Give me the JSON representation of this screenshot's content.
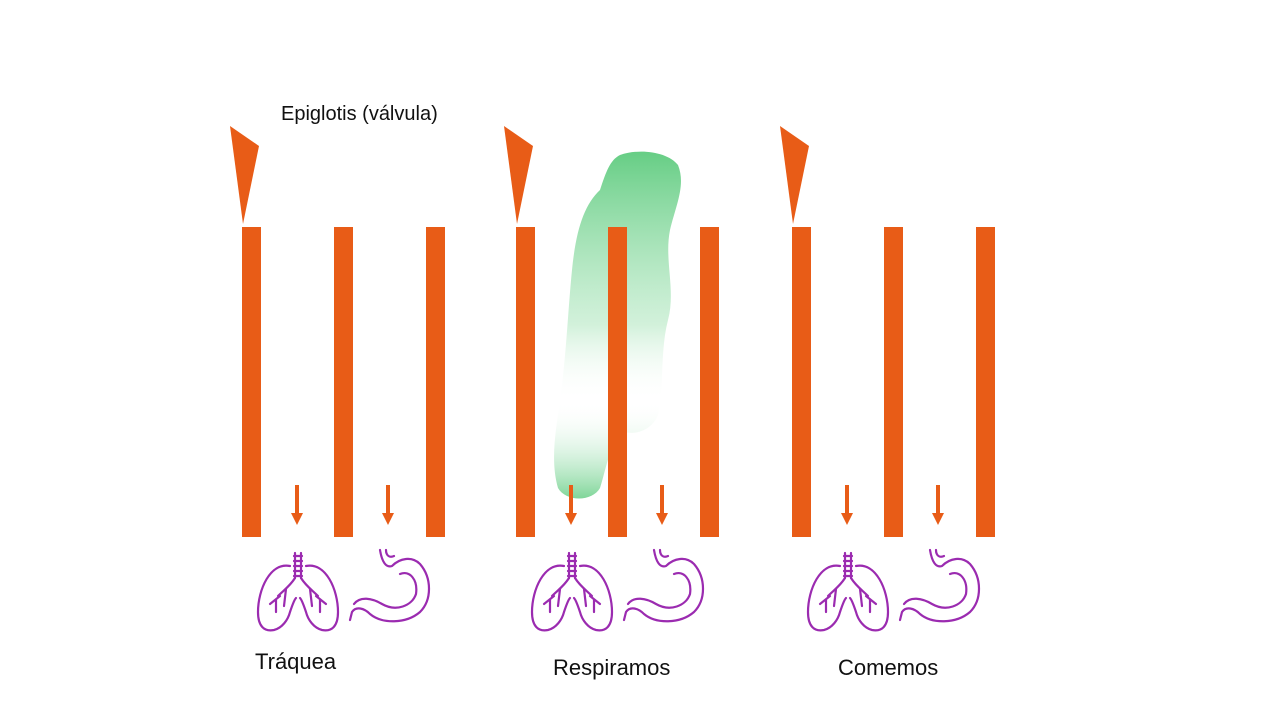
{
  "labels": {
    "epiglottis": "Epiglotis (válvula)",
    "trachea": "Tráquea",
    "breathing": "Respiramos",
    "eating": "Comemos"
  },
  "colors": {
    "tube": "#E85C17",
    "organ_outline": "#9B2BB0",
    "air": "#55C877",
    "text": "#111111"
  },
  "panels": [
    {
      "name": "trachea",
      "epiglottis": "open",
      "airflow": false
    },
    {
      "name": "breathing",
      "epiglottis": "open",
      "airflow": true
    },
    {
      "name": "eating",
      "epiglottis": "open",
      "airflow": false
    }
  ],
  "icons": [
    "lungs-icon",
    "stomach-icon",
    "down-arrow-icon"
  ]
}
